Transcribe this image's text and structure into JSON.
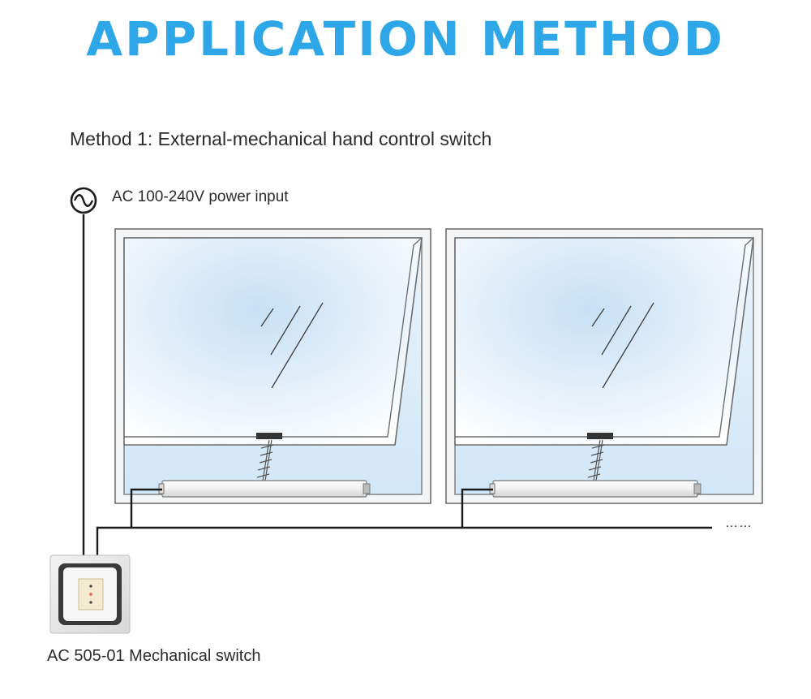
{
  "title": "APPLICATION METHOD",
  "subtitle": "Method 1: External-mechanical hand control switch",
  "power_label": "AC 100-240V power input",
  "switch_label": "AC 505-01 Mechanical switch",
  "continuation": "……",
  "colors": {
    "title": "#2ea7e8",
    "wire": "#1a1a1a",
    "frame_stroke": "#6e6e6e",
    "frame_fill": "#f5f6f7",
    "glass_light": "#ffffff",
    "glass_tint": "#cfe6f7",
    "actuator": "#f3f3f3",
    "bracket": "#333333",
    "switch_plate": "#e7e7e7",
    "switch_key": "#f3ead0"
  },
  "icons": {
    "power": "ac-sine-wave-icon",
    "switch": "mechanical-wall-switch-icon"
  },
  "windows": [
    {
      "name": "window-1",
      "type": "top-hung awning window with chain actuator"
    },
    {
      "name": "window-2",
      "type": "top-hung awning window with chain actuator"
    }
  ]
}
